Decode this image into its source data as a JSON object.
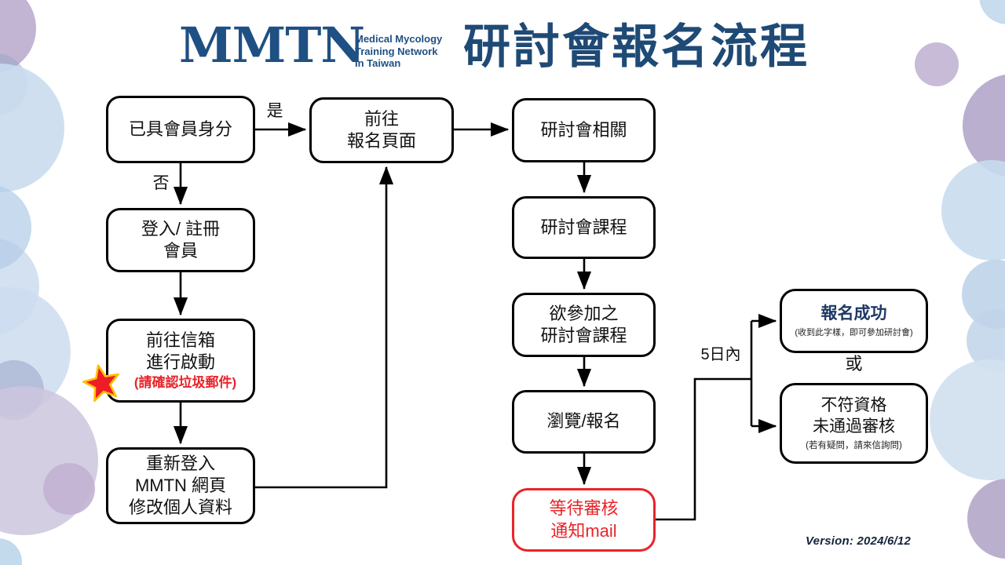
{
  "header": {
    "logo": "MMTN",
    "logo_subtitle": [
      "Medical Mycology",
      "Training Network",
      "In Taiwan"
    ],
    "title": "研討會報名流程"
  },
  "labels": {
    "yes": "是",
    "no": "否",
    "within_days": "5日內",
    "or": "或"
  },
  "nodes": {
    "member_status": {
      "lines": [
        "已具會員身分"
      ]
    },
    "goto_register_page": {
      "lines": [
        "前往",
        "報名頁面"
      ]
    },
    "login_register": {
      "lines": [
        "登入/ 註冊",
        "會員"
      ]
    },
    "activate_mail": {
      "lines": [
        "前往信箱",
        "進行啟動"
      ],
      "note": "(請確認垃圾郵件)"
    },
    "relogin": {
      "lines": [
        "重新登入",
        "MMTN 網頁",
        "修改個人資料"
      ]
    },
    "seminar_related": {
      "lines": [
        "研討會相關"
      ]
    },
    "seminar_course": {
      "lines": [
        "研討會課程"
      ]
    },
    "desired_course": {
      "lines": [
        "欲參加之",
        "研討會課程"
      ]
    },
    "browse_register": {
      "lines": [
        "瀏覽/報名"
      ]
    },
    "wait_review": {
      "lines": [
        "等待審核",
        "通知mail"
      ]
    },
    "success": {
      "title": "報名成功",
      "note": "(收到此字樣，即可參加研討會)"
    },
    "fail": {
      "lines": [
        "不符資格",
        "未通過審核"
      ],
      "note": "(若有疑問，請來信詢問)"
    }
  },
  "footer": {
    "version": "Version: 2024/6/12"
  },
  "colors": {
    "navy": "#1f4e79",
    "red": "#e8242a",
    "success_text": "#1f3864",
    "star_fill": "#ee1c25",
    "star_outline": "#ffc000"
  }
}
